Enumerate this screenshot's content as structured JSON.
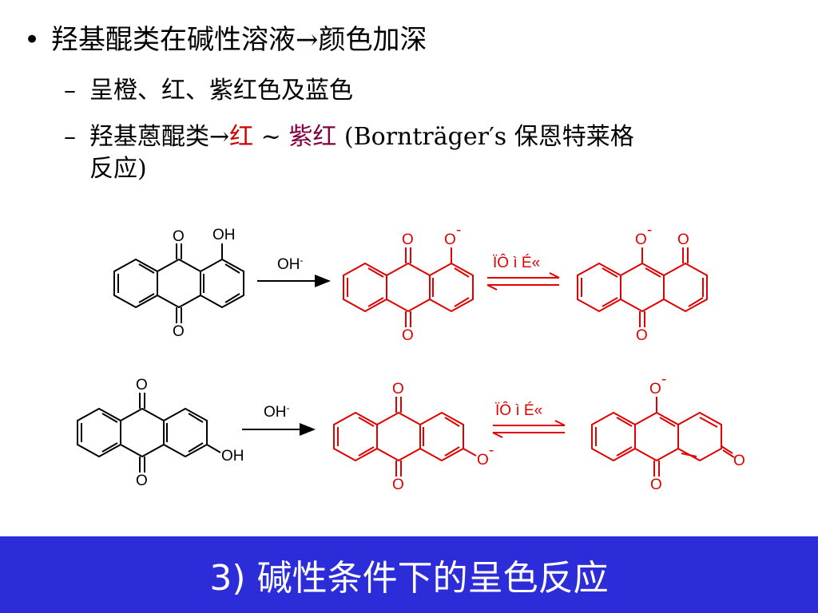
{
  "bullets": {
    "main": "羟基醌类在碱性溶液→颜色加深",
    "sub1": "呈橙、红、紫红色及蓝色",
    "sub2": {
      "prefix": "羟基蒽醌类→",
      "red": "红",
      "tilde": " ~ ",
      "purple": "紫红",
      "suffix_line1": " (Bornträger′s 保恩特莱格",
      "suffix_line2": "反应)"
    }
  },
  "scheme": {
    "reagent1": "OH",
    "reagent2": "OH",
    "reagent_sup": "-",
    "eq_label1": "ÏÔ ì É«",
    "eq_label2": "ÏÔ ì É«",
    "colors": {
      "black": "#000000",
      "red": "#e00000"
    }
  },
  "atoms": {
    "O": "O",
    "OH": "OH",
    "neg": "-"
  },
  "footer": {
    "title": "3) 碱性条件下的呈色反应",
    "bg": "#2c2cd8"
  }
}
